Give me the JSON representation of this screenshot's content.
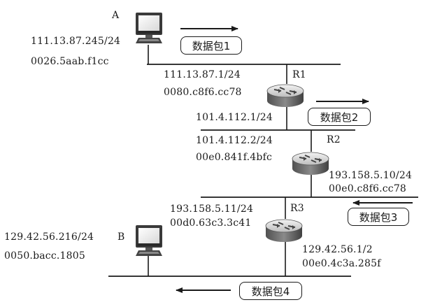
{
  "hosts": {
    "a": {
      "name": "A",
      "ip": "111.13.87.245/24",
      "mac": "0026.5aab.f1cc"
    },
    "b": {
      "name": "B",
      "ip": "129.42.56.216/24",
      "mac": "0050.bacc.1805"
    }
  },
  "routers": {
    "r1": {
      "name": "R1",
      "top_ip": "111.13.87.1/24",
      "top_mac": "0080.c8f6.cc78",
      "bottom_ip": "101.4.112.1/24"
    },
    "r2": {
      "name": "R2",
      "top_ip": "101.4.112.2/24",
      "top_mac": "00e0.841f.4bfc",
      "bottom_ip": "193.158.5.10/24",
      "bottom_mac": "00e0.c8f6.cc78"
    },
    "r3": {
      "name": "R3",
      "top_ip": "193.158.5.11/24",
      "top_mac": "00d0.63c3.3c41",
      "bottom_ip": "129.42.56.1/2",
      "bottom_mac": "00e0.4c3a.285f"
    }
  },
  "packets": {
    "p1": "数据包1",
    "p2": "数据包2",
    "p3": "数据包3",
    "p4": "数据包4"
  }
}
